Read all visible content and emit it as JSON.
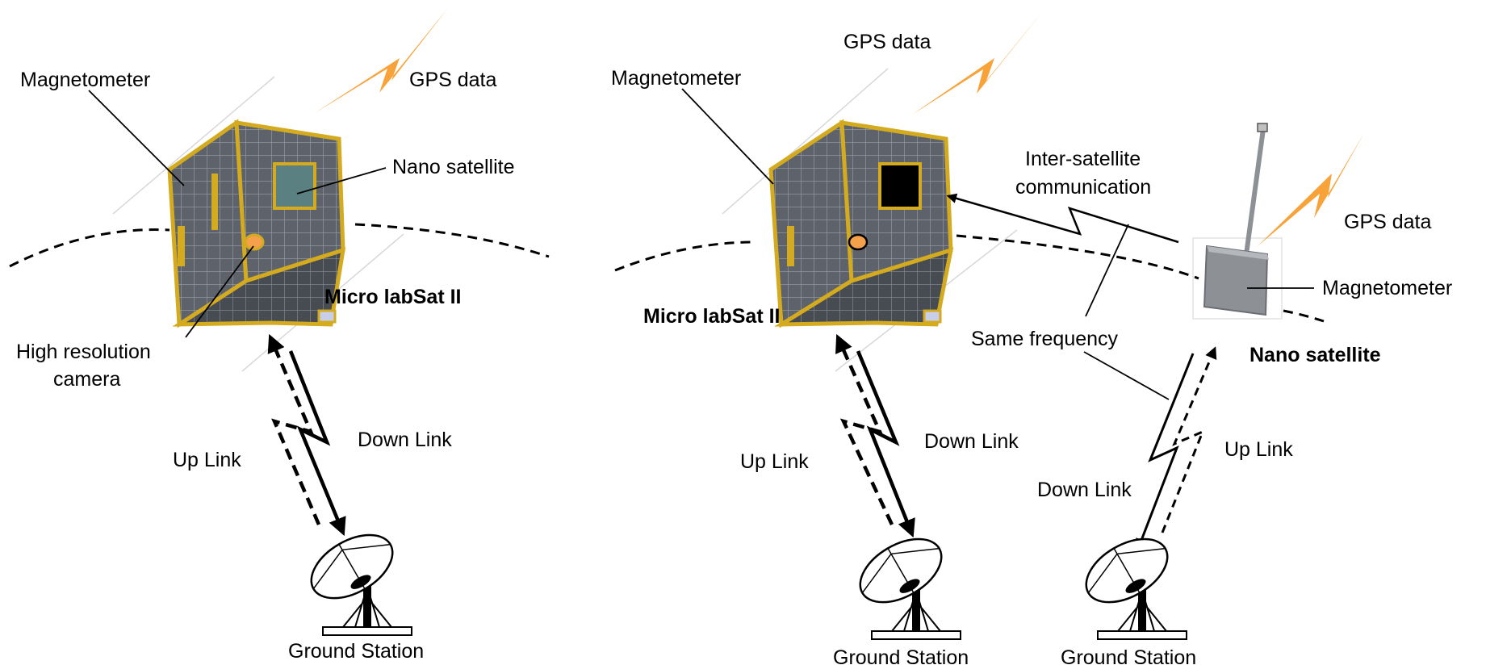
{
  "left_scene": {
    "gps_label": "GPS data",
    "magnetometer_label": "Magnetometer",
    "nano_satellite_label": "Nano satellite",
    "satellite_name": "Micro labSat II",
    "camera_label_line1": "High resolution",
    "camera_label_line2": "camera",
    "uplink_label": "Up Link",
    "downlink_label": "Down Link",
    "ground_station_label": "Ground Station"
  },
  "right_scene": {
    "gps_label_micro": "GPS data",
    "magnetometer_label_micro": "Magnetometer",
    "satellite_name_micro": "Micro labSat II",
    "intersat_line1": "Inter-satellite",
    "intersat_line2": "communication",
    "gps_label_nano": "GPS data",
    "magnetometer_label_nano": "Magnetometer",
    "nano_satellite_name": "Nano satellite",
    "same_frequency_label": "Same frequency",
    "uplink_label_micro": "Up Link",
    "downlink_label_micro": "Down Link",
    "uplink_label_nano": "Up Link",
    "downlink_label_nano": "Down Link",
    "ground_station_label_1": "Ground Station",
    "ground_station_label_2": "Ground Station"
  },
  "colors": {
    "lightning": "#f7a33a",
    "satellite_frame": "#d4aa1e",
    "solar_panel": "#5e636b",
    "camera_lens": "#f5a04a",
    "nano_body": "#8d9095"
  }
}
